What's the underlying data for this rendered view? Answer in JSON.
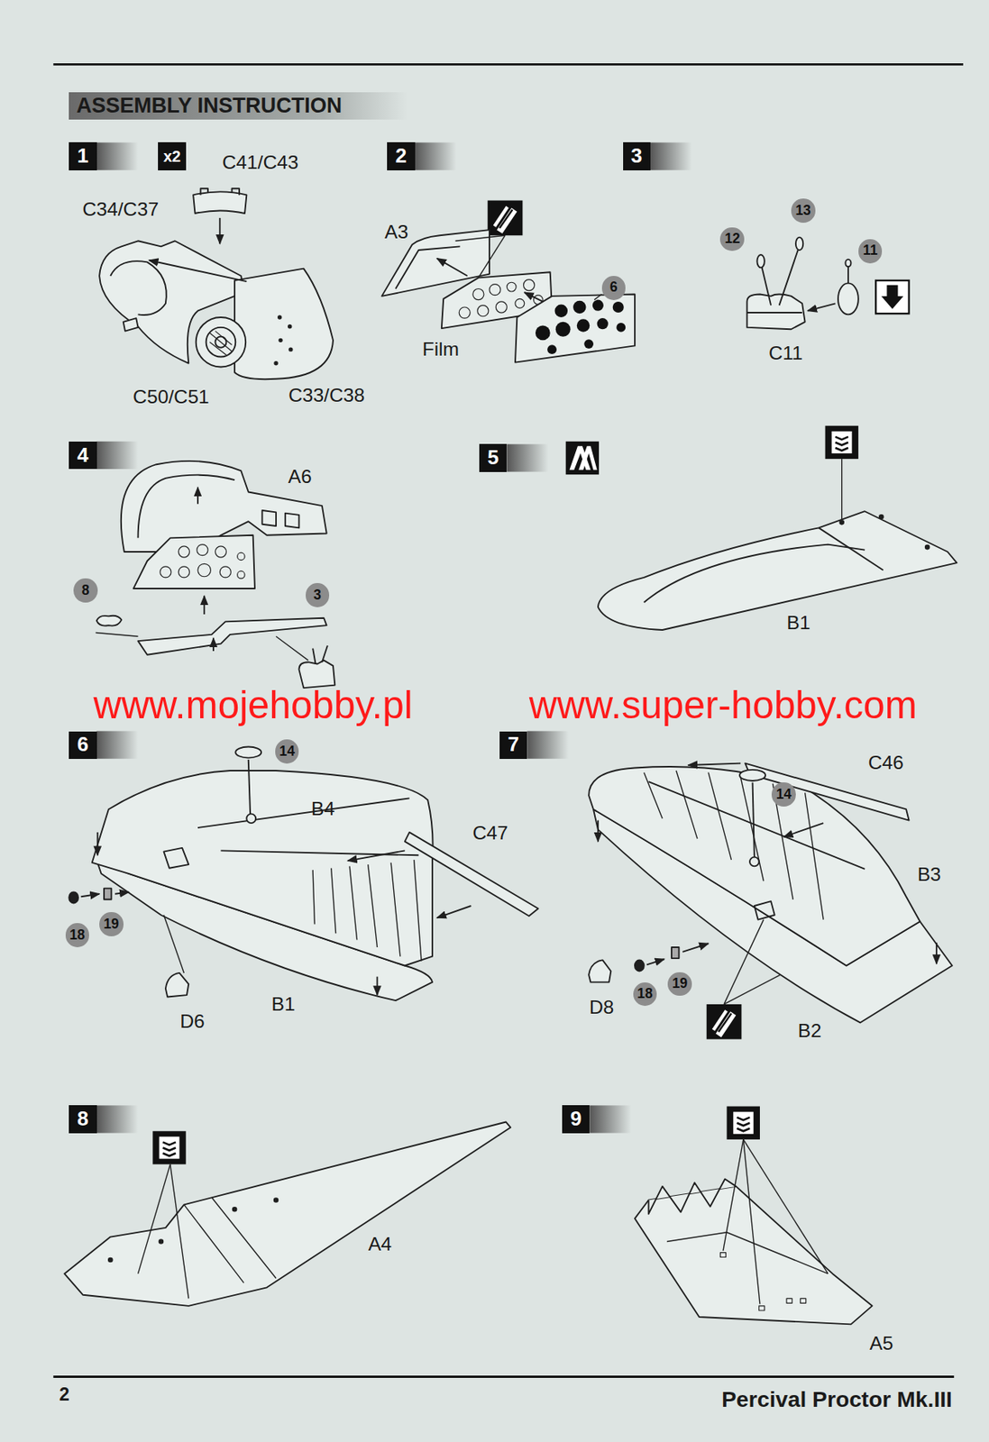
{
  "diagram": {
    "title": "ASSEMBLY INSTRUCTION",
    "nodes": [
      {
        "text": [
          "1"
        ]
      },
      {
        "text": [
          "x2"
        ]
      },
      {
        "text": [
          "2"
        ]
      },
      {
        "text": [
          "3"
        ]
      },
      {
        "text": [
          "6"
        ]
      },
      {
        "text": [
          "13"
        ]
      },
      {
        "text": [
          "12"
        ]
      },
      {
        "text": [
          "11"
        ]
      },
      {
        "text": [
          "4"
        ]
      },
      {
        "text": [
          "8"
        ]
      },
      {
        "text": [
          "3"
        ]
      },
      {
        "text": [
          "5"
        ]
      },
      {
        "text": [
          "6"
        ]
      },
      {
        "text": [
          "14"
        ]
      },
      {
        "text": [
          "18"
        ]
      },
      {
        "text": [
          "19"
        ]
      },
      {
        "text": [
          "7"
        ]
      },
      {
        "text": [
          "14"
        ]
      },
      {
        "text": [
          "18"
        ]
      },
      {
        "text": [
          "19"
        ]
      },
      {
        "text": [
          "8"
        ]
      },
      {
        "text": [
          "9"
        ]
      }
    ],
    "labels": [
      "C41/C43",
      "C34/C37",
      "C50/C51",
      "C33/C38",
      "A3",
      "Film",
      "C11",
      "A6",
      "B1",
      "www.mojehobby.pl",
      "www.super-hobby.com",
      "B4",
      "C47",
      "D6",
      "B1",
      "C46",
      "B3",
      "D8",
      "B2",
      "A4",
      "A5",
      "2",
      "Percival Proctor Mk.III"
    ]
  }
}
